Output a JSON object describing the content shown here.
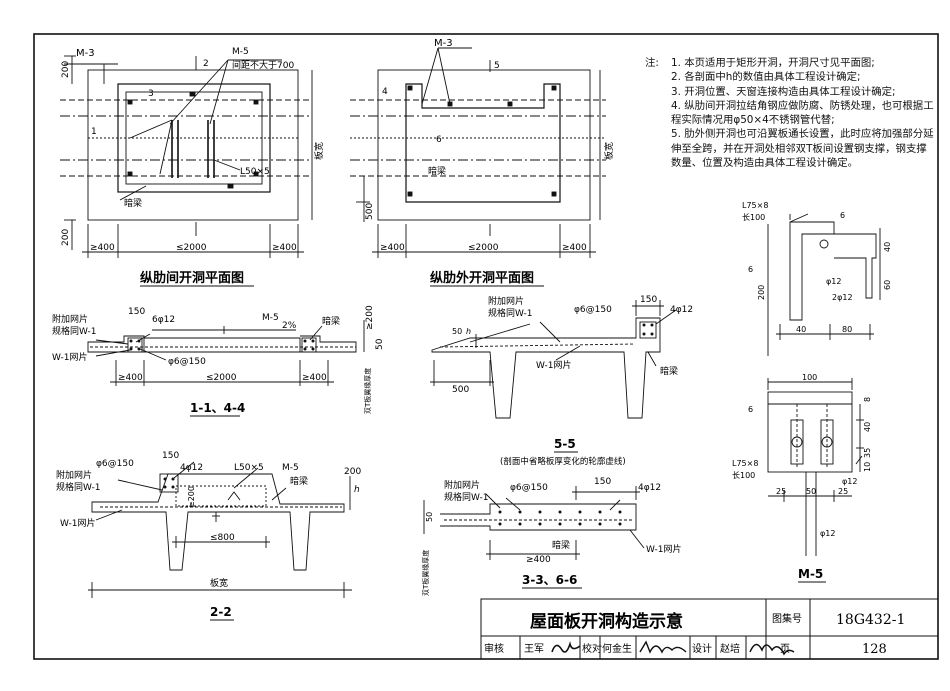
{
  "notes": {
    "heading": "注:",
    "items": [
      "1. 本页适用于矩形开洞，开洞尺寸见平面图;",
      "2. 各剖面中h的数值由具体工程设计确定;",
      "3. 开洞位置、天窗连接构造由具体工程设计确定;",
      "4. 纵肋间开洞拉结角钢应做防腐、防锈处理，也可根据工程实际情况用φ50×4不锈钢管代替;",
      "5. 肋外侧开洞也可沿翼板通长设置，此时应将加强部分延伸至全跨，并在开洞处相邻双T板间设置钢支撑，钢支撑数量、位置及构造由具体工程设计确定。"
    ]
  },
  "views": {
    "plan_between_ribs": {
      "title": "纵肋间开洞平面图",
      "labels": {
        "m3": "M-3",
        "m5": "M-5",
        "spacing": "间距不大于700",
        "angle": "L50×5",
        "beam": "暗梁",
        "board_width": "板宽",
        "d200a": "200",
        "d200b": "200",
        "s1": "1",
        "s2": "2",
        "s3": "3",
        "ge400a": "≥400",
        "le2000": "≤2000",
        "ge400b": "≥400"
      }
    },
    "plan_outside_ribs": {
      "title": "纵肋外开洞平面图",
      "labels": {
        "m3": "M-3",
        "beam": "暗梁",
        "board_width": "板宽",
        "s4": "4",
        "s5": "5",
        "s6": "6",
        "d500": "500",
        "ge400a": "≥400",
        "le2000": "≤2000",
        "ge400b": "≥400"
      }
    },
    "section_1_1": {
      "title": "1-1、4-4",
      "labels": {
        "mesh_add": "附加网片",
        "mesh_spec": "规格同W-1",
        "d150": "150",
        "bar": "6φ12",
        "m5": "M-5",
        "slope": "2%",
        "beam": "暗梁",
        "ge200": "≥200",
        "d50": "50",
        "w1": "W-1网片",
        "stirrup": "φ6@150",
        "ge400a": "≥400",
        "le2000": "≤2000",
        "ge400b": "≥400",
        "side": "双T板翼缘厚度"
      }
    },
    "section_5_5": {
      "title": "5-5",
      "subtitle": "(剖面中省略板厚变化的轮廓虚线)",
      "labels": {
        "mesh_add": "附加网片",
        "mesh_spec": "规格同W-1",
        "stirrup": "φ6@150",
        "d150": "150",
        "bar": "4φ12",
        "d50": "50",
        "h": "h",
        "beam": "暗梁",
        "w1": "W-1网片",
        "d500": "500"
      }
    },
    "section_2_2": {
      "title": "2-2",
      "labels": {
        "stirrup": "φ6@150",
        "d150": "150",
        "bar": "4φ12",
        "angle": "L50×5",
        "m5": "M-5",
        "mesh_add": "附加网片",
        "mesh_spec": "规格同W-1",
        "ge200": "≥200",
        "d200": "200",
        "h": "h",
        "beam": "暗梁",
        "w1": "W-1网片",
        "le800": "≤800",
        "board_width": "板宽"
      }
    },
    "section_3_3": {
      "title": "3-3、6-6",
      "labels": {
        "mesh_add": "附加网片",
        "mesh_spec": "规格同W-1",
        "stirrup": "φ6@150",
        "d150": "150",
        "bar": "4φ12",
        "d50": "50",
        "beam": "暗梁",
        "ge400": "≥400",
        "w1": "W-1网片",
        "side": "双T板翼缘厚度"
      }
    },
    "detail_m5": {
      "title": "M-5",
      "labels": {
        "angle1": "L75×8",
        "len1": "长100",
        "d6a": "6",
        "d6b": "6",
        "p12a": "φ12",
        "p2_12": "2φ12",
        "d40": "40",
        "d60": "60",
        "d200": "200",
        "d40b": "40",
        "d80": "80",
        "d100": "100",
        "d6c": "6",
        "d8": "8",
        "d40c": "40",
        "d35": "35",
        "d10": "10",
        "angle2": "L75×8",
        "len2": "长100",
        "p12b": "φ12",
        "d25a": "25",
        "d50": "50",
        "d25b": "25",
        "p12c": "φ12"
      }
    }
  },
  "title_block": {
    "title": "屋面板开洞构造示意",
    "atlas_label": "图集号",
    "atlas_no": "18G432-1",
    "review_label": "审核",
    "reviewer": "王军",
    "check_label": "校对",
    "checker": "何金生",
    "design_label": "设计",
    "designer": "赵培",
    "page_label": "页",
    "page_no": "128"
  }
}
